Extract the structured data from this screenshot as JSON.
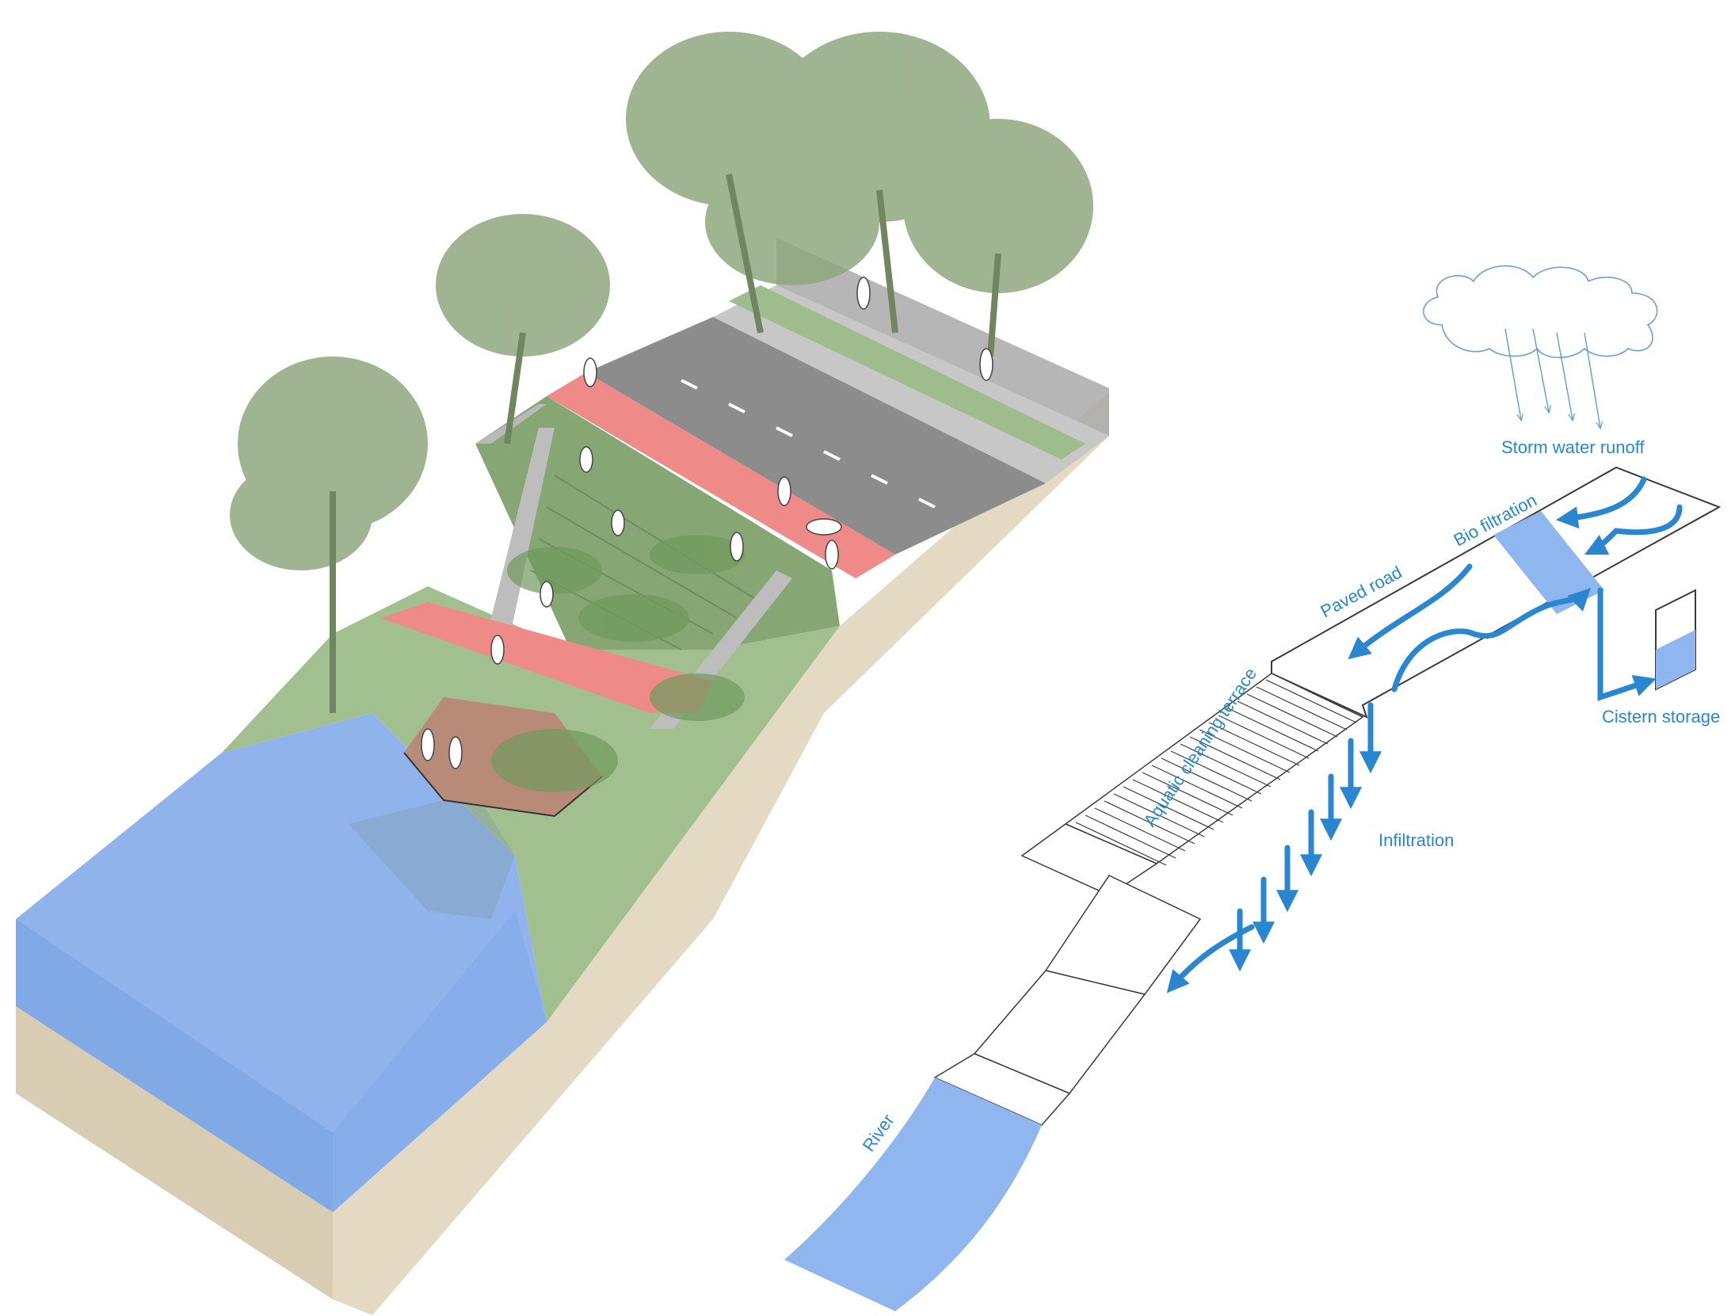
{
  "labels": {
    "storm_water_runoff": "Storm water runoff",
    "bio_filtration": "Bio filtration",
    "paved_road": "Paved road",
    "cistern_storage": "Cistern storage",
    "aquatic_cleaning_terrace": "Aquatic cleaning terrace",
    "infiltration": "Infiltration",
    "river": "River"
  },
  "colors": {
    "water_blue": "#2a86d1",
    "river_fill": "#8fb6ef",
    "soil": "#e4d9c3",
    "grass": "#93b582",
    "tree": "#8fa77e",
    "bike_lane": "#ee8b88",
    "road": "#8c8c8c",
    "deck": "#b88b78",
    "diagram_line": "#3a3a3a"
  }
}
